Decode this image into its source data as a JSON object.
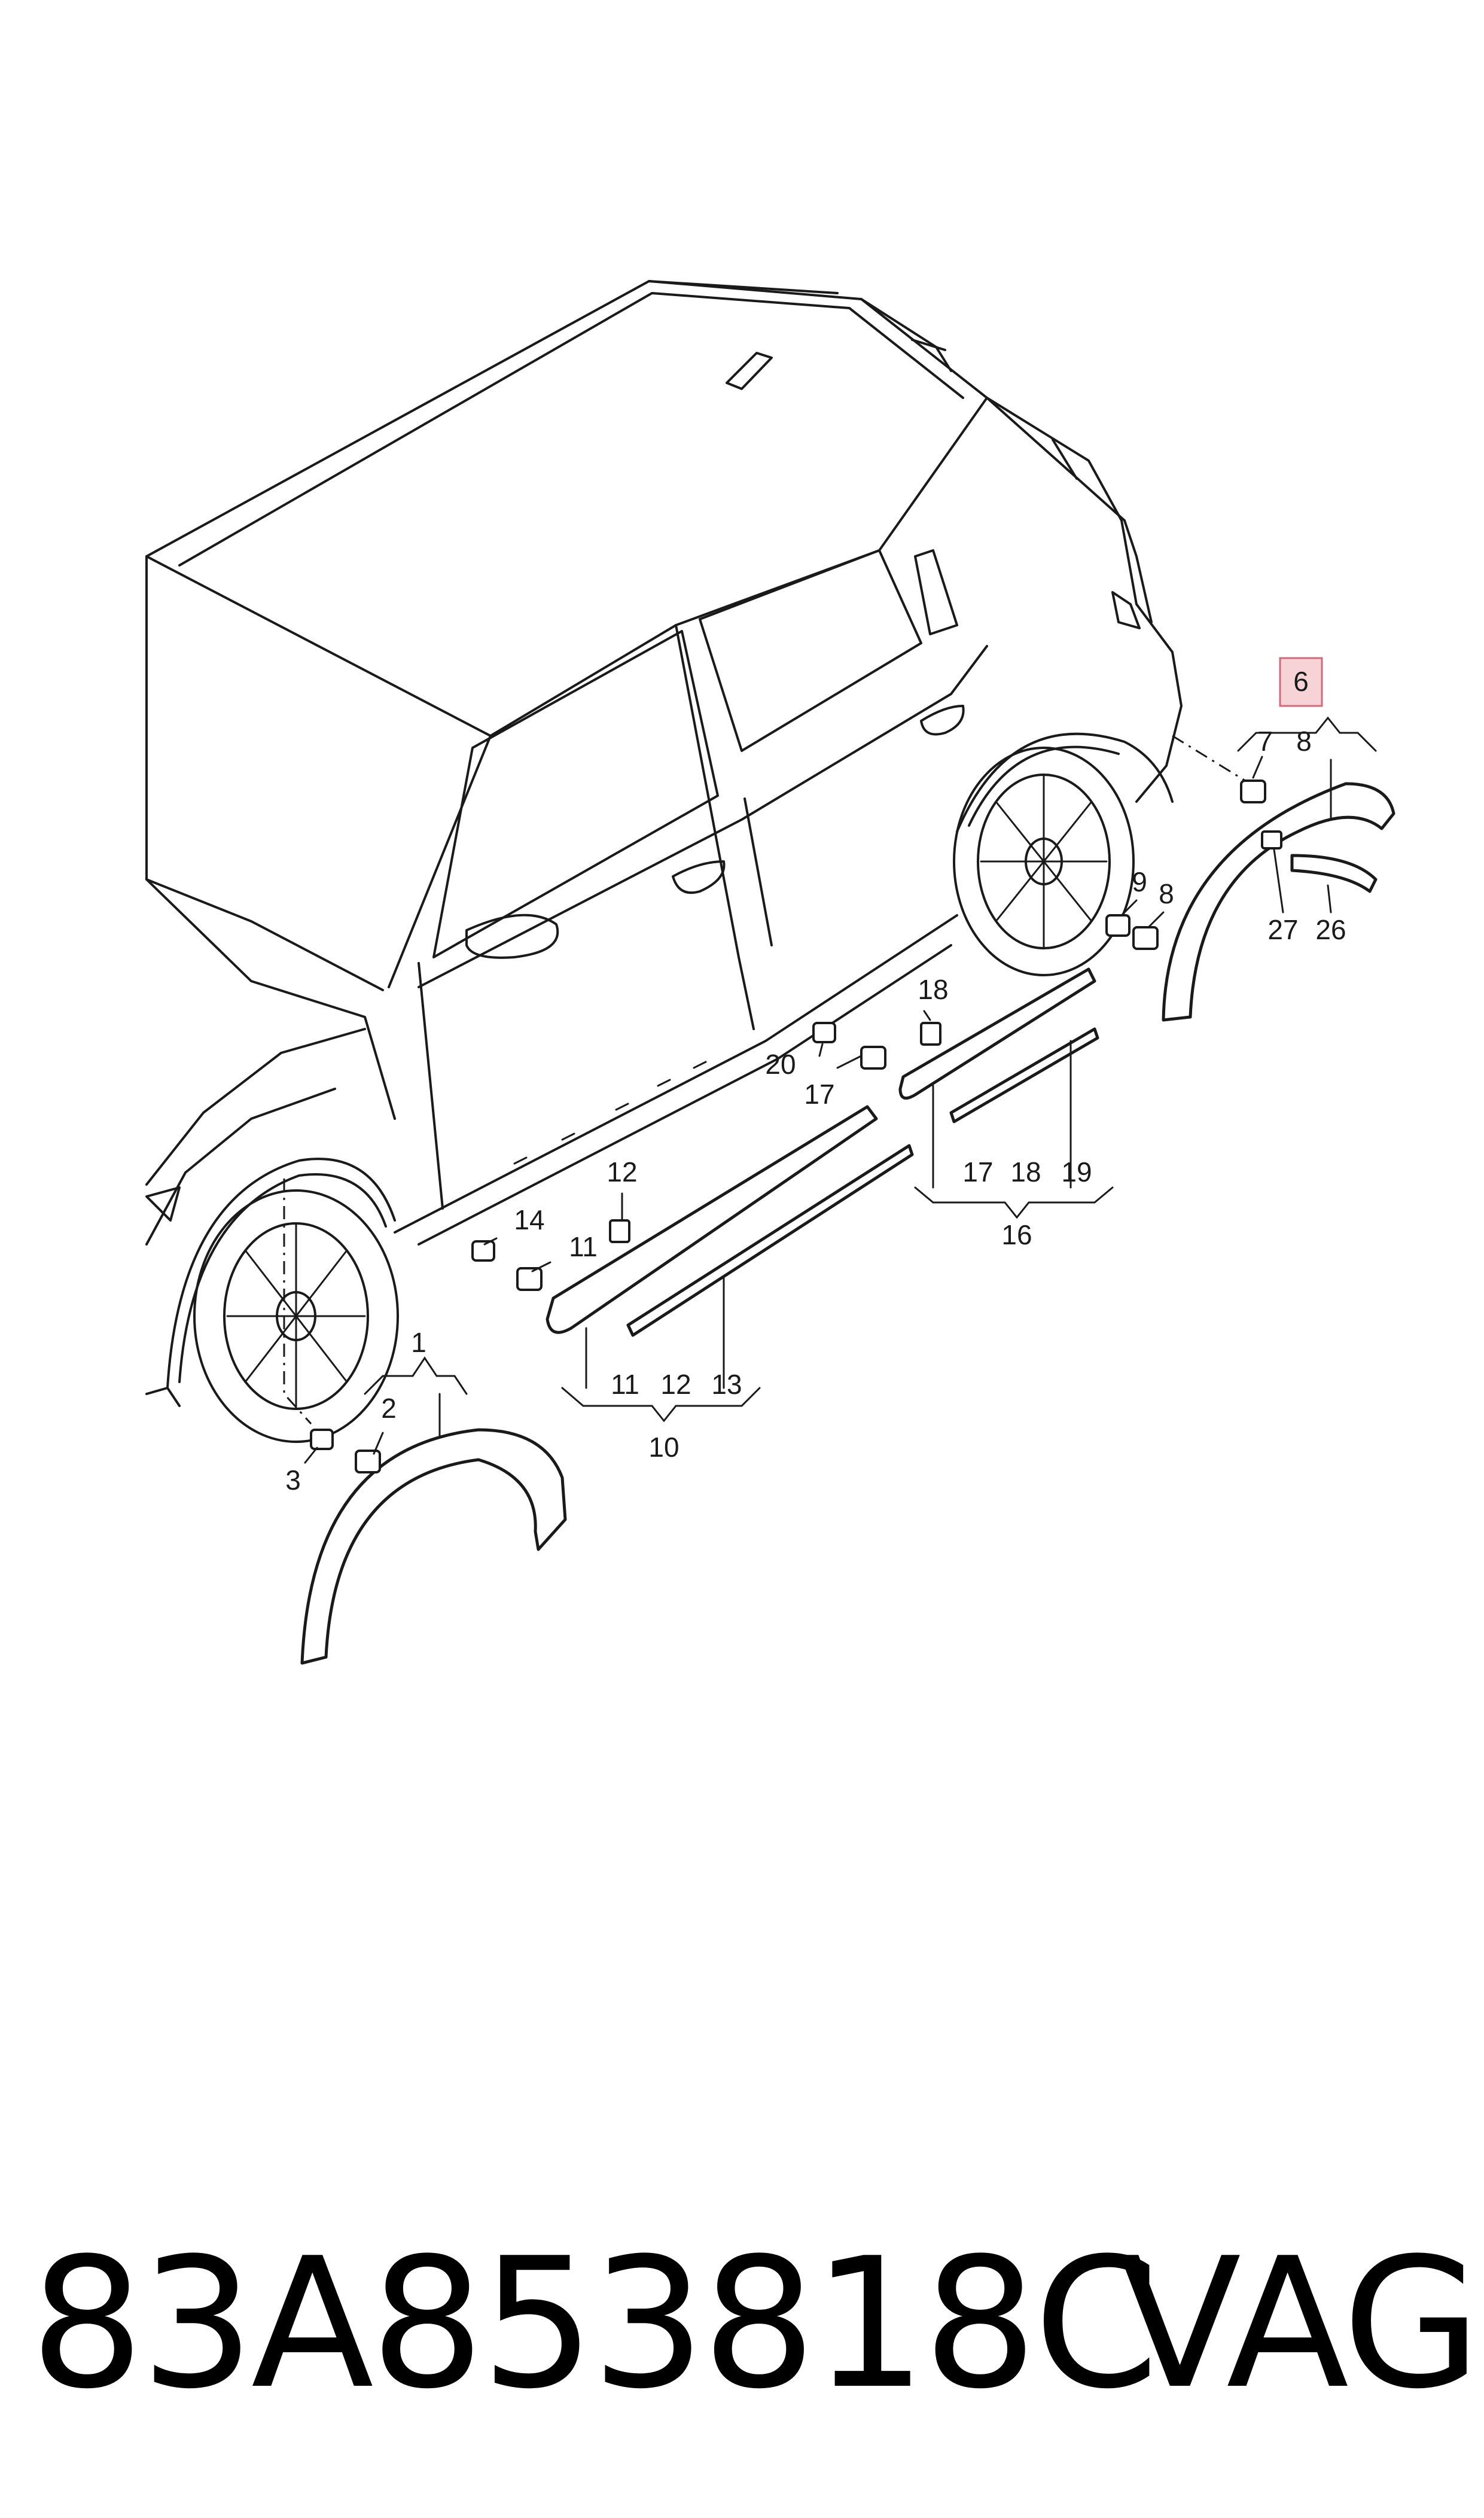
{
  "callouts": {
    "p1": "1",
    "p2": "2",
    "p3": "3",
    "p6": "6",
    "p7": "7",
    "p8a": "8",
    "p8b": "8",
    "p9": "9",
    "p10": "10",
    "p11a": "11",
    "p11b": "11",
    "p12a": "12",
    "p12b": "12",
    "p13": "13",
    "p14": "14",
    "p16": "16",
    "p17a": "17",
    "p17b": "17",
    "p18a": "18",
    "p18b": "18",
    "p19": "19",
    "p20": "20",
    "p26": "26",
    "p27": "27"
  },
  "highlight": {
    "color": "#f6d3d6",
    "border": "#d46a78",
    "part": "6"
  },
  "footer": {
    "part_number": "83A853818C",
    "brand": "VAG"
  }
}
